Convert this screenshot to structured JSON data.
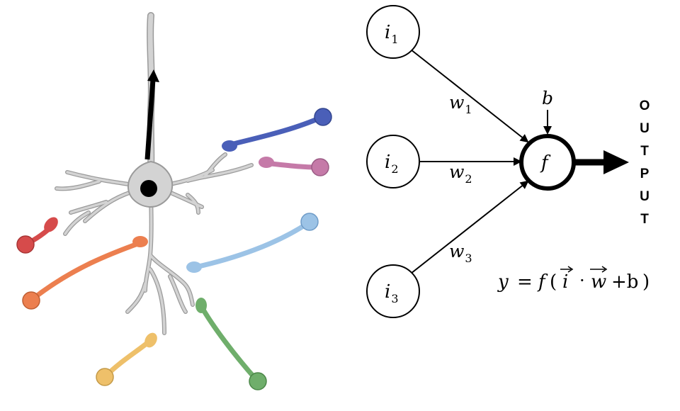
{
  "network": {
    "inputs": [
      {
        "symbol": "i",
        "subscript": "1"
      },
      {
        "symbol": "i",
        "subscript": "2"
      },
      {
        "symbol": "i",
        "subscript": "3"
      }
    ],
    "weights": [
      {
        "symbol": "w",
        "subscript": "1"
      },
      {
        "symbol": "w",
        "subscript": "2"
      },
      {
        "symbol": "w",
        "subscript": "3"
      }
    ],
    "bias": "b",
    "activation": "f",
    "output_letters": [
      "O",
      "U",
      "T",
      "P",
      "U",
      "T"
    ]
  },
  "formula": {
    "lhs": "y",
    "equals": "=",
    "func": "f",
    "open": "(",
    "vec_i": "i",
    "dot": "·",
    "vec_w": "w",
    "plus_b": "+b",
    "close": ")"
  },
  "colors": {
    "neuron_body": "#cfcfcf",
    "neuron_outline": "#9a9a9a",
    "nucleus": "#000000",
    "axon_arrow": "#000000",
    "synapses": {
      "dark_blue": "#4a5fb8",
      "pink": "#c57aa8",
      "red": "#d64b4b",
      "orange": "#ec7f4f",
      "light_blue": "#9cc3e6",
      "yellow": "#eec06a",
      "green": "#6fae6b"
    }
  }
}
